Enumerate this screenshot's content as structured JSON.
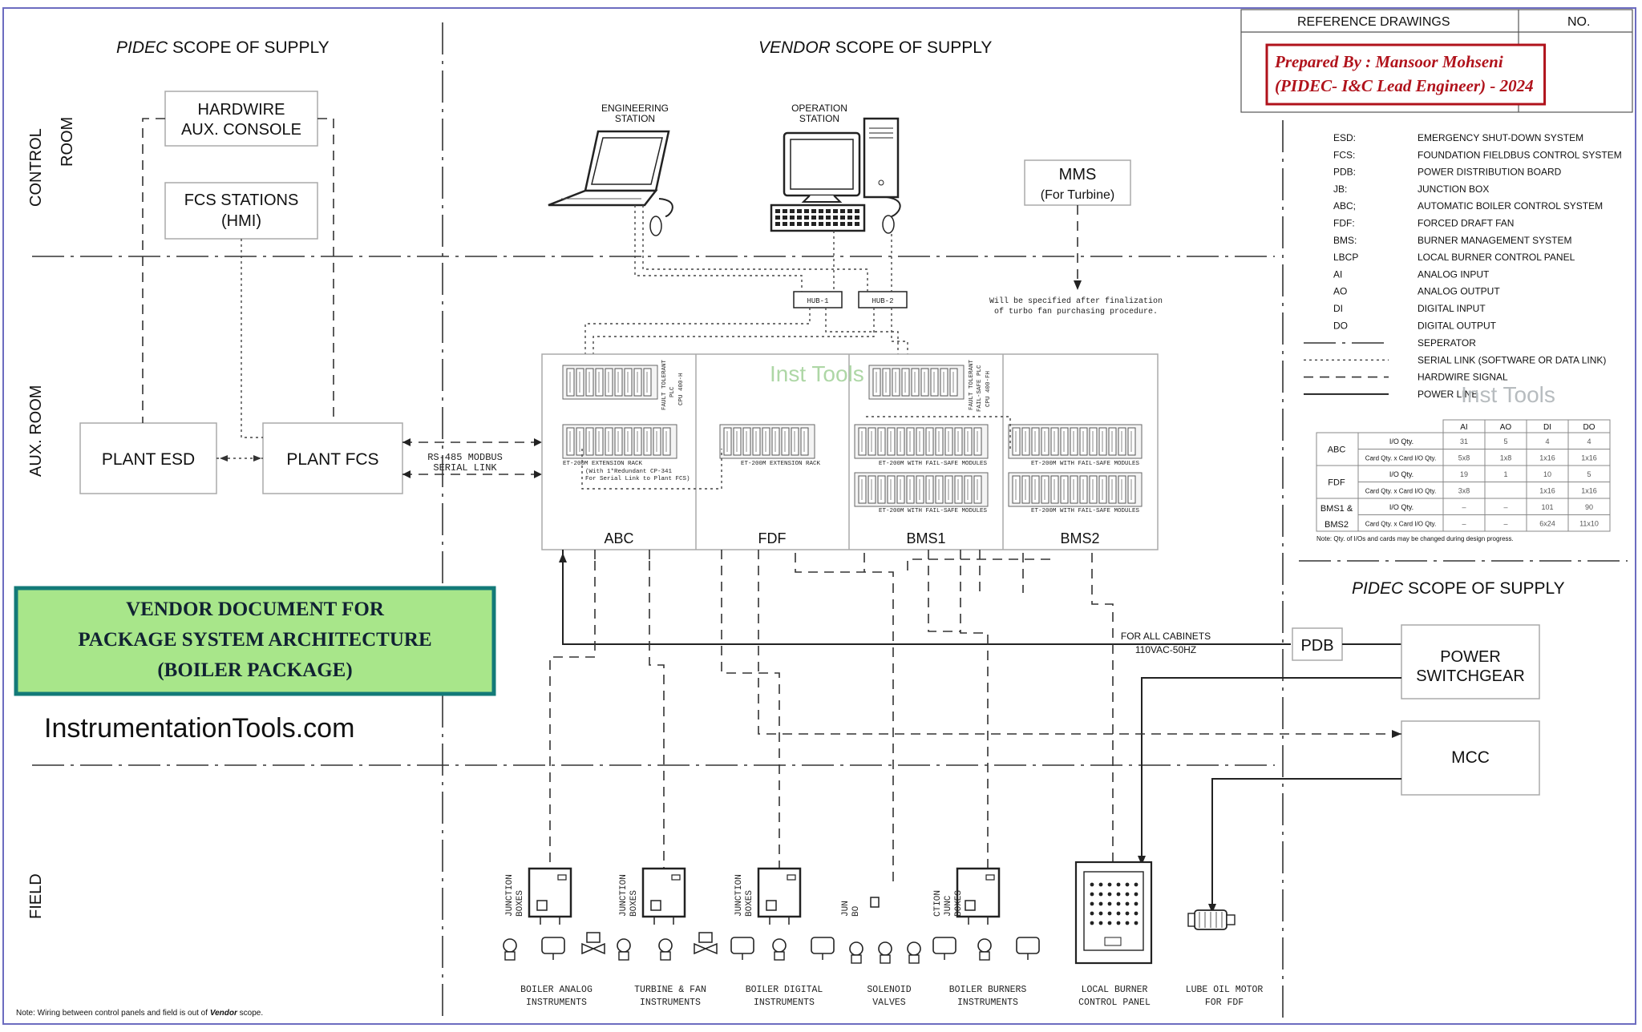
{
  "scopes": {
    "pidec_top_prefix": "PIDEC",
    "pidec_top_suffix": " SCOPE OF SUPPLY",
    "vendor_prefix": "VENDOR",
    "vendor_suffix": " SCOPE OF SUPPLY",
    "pidec_right_prefix": "PIDEC",
    "pidec_right_suffix": " SCOPE OF SUPPLY"
  },
  "zones": {
    "control_room_1": "CONTROL",
    "control_room_2": "ROOM",
    "aux_room": "AUX. ROOM",
    "field": "FIELD"
  },
  "reference": {
    "header_left": "REFERENCE DRAWINGS",
    "header_right": "NO."
  },
  "prepared": {
    "line1": "Prepared By : Mansoor Mohseni",
    "line2": "(PIDEC- I&C Lead Engineer) - 2024",
    "border_color": "#b0121b",
    "text_color": "#b0121b"
  },
  "left_boxes": {
    "hardwire_1": "HARDWIRE",
    "hardwire_2": "AUX. CONSOLE",
    "fcs_1": "FCS STATIONS",
    "fcs_2": "(HMI)",
    "plant_esd": "PLANT ESD",
    "plant_fcs": "PLANT FCS"
  },
  "stations": {
    "eng_1": "ENGINEERING",
    "eng_2": "STATION",
    "op_1": "OPERATION",
    "op_2": "STATION",
    "mms_1": "MMS",
    "mms_2": "(For Turbine)",
    "mms_note_1": "Will be specified after finalization",
    "mms_note_2": "of turbo fan purchasing procedure.",
    "hub1": "HUB-1",
    "hub2": "HUB-2"
  },
  "link": {
    "line1": "RS-485 MODBUS",
    "line2": "SERIAL LINK"
  },
  "cabinet": {
    "watermark": "Inst Tools",
    "cpu_abc": [
      "FAULT TOLERANT",
      "PLC",
      "CPU 400-H"
    ],
    "cpu_bms": [
      "FAULT TOLERANT",
      "FAIL-SAFE PLC",
      "CPU 400-FH"
    ],
    "abc_rack_1": "ET-200M EXTENSION RACK",
    "abc_rack_2": "(With 1*Redundant CP-341",
    "abc_rack_3": "For Serial Link to Plant FCS)",
    "fdf_rack": "ET-200M EXTENSION RACK",
    "failsafe_rack": "ET-200M WITH FAIL-SAFE MODULES",
    "labels": [
      "ABC",
      "FDF",
      "BMS1",
      "BMS2"
    ]
  },
  "power": {
    "cab_1": "FOR ALL CABINETS",
    "cab_2": "110VAC-50HZ",
    "pdb": "PDB",
    "sw_1": "POWER",
    "sw_2": "SWITCHGEAR",
    "mcc": "MCC"
  },
  "legend": [
    {
      "abbr": "ESD:",
      "desc": "EMERGENCY SHUT-DOWN SYSTEM"
    },
    {
      "abbr": "FCS:",
      "desc": "FOUNDATION FIELDBUS CONTROL SYSTEM"
    },
    {
      "abbr": "PDB:",
      "desc": "POWER DISTRIBUTION BOARD"
    },
    {
      "abbr": "JB:",
      "desc": "JUNCTION BOX"
    },
    {
      "abbr": "ABC;",
      "desc": "AUTOMATIC BOILER CONTROL SYSTEM"
    },
    {
      "abbr": "FDF:",
      "desc": "FORCED DRAFT FAN"
    },
    {
      "abbr": "BMS:",
      "desc": "BURNER MANAGEMENT SYSTEM"
    },
    {
      "abbr": "LBCP",
      "desc": "LOCAL BURNER CONTROL PANEL"
    },
    {
      "abbr": "AI",
      "desc": "ANALOG INPUT"
    },
    {
      "abbr": "AO",
      "desc": "ANALOG OUTPUT"
    },
    {
      "abbr": "DI",
      "desc": "DIGITAL INPUT"
    },
    {
      "abbr": "DO",
      "desc": "DIGITAL OUTPUT"
    }
  ],
  "line_legend": [
    {
      "style": "sep",
      "desc": "SEPERATOR"
    },
    {
      "style": "dot",
      "desc": "SERIAL LINK (SOFTWARE OR DATA LINK)"
    },
    {
      "style": "dash",
      "desc": "HARDWIRE SIGNAL"
    },
    {
      "style": "solid",
      "desc": "POWER LINE"
    }
  ],
  "legend_watermark": "Inst Tools",
  "io_table": {
    "headers": [
      "AI",
      "AO",
      "DI",
      "DO"
    ],
    "groups": [
      {
        "name": "ABC",
        "name2": "",
        "rows": [
          {
            "label": "I/O Qty.",
            "values": [
              "31",
              "5",
              "4",
              "4"
            ]
          },
          {
            "label": "Card Qty. x Card I/O Qty.",
            "values": [
              "5x8",
              "1x8",
              "1x16",
              "1x16"
            ]
          }
        ]
      },
      {
        "name": "FDF",
        "name2": "",
        "rows": [
          {
            "label": "I/O Qty.",
            "values": [
              "19",
              "1",
              "10",
              "5"
            ]
          },
          {
            "label": "Card Qty. x Card I/O Qty.",
            "values": [
              "3x8",
              "",
              "1x16",
              "1x16"
            ]
          }
        ]
      },
      {
        "name": "BMS1 &",
        "name2": "BMS2",
        "rows": [
          {
            "label": "I/O Qty.",
            "values": [
              "–",
              "–",
              "101",
              "90"
            ]
          },
          {
            "label": "Card Qty. x Card I/O Qty.",
            "values": [
              "–",
              "–",
              "6x24",
              "11x10"
            ]
          }
        ]
      }
    ],
    "note": "Note: Qty. of I/Os and cards may be changed during design progress."
  },
  "banner": {
    "line1": "VENDOR DOCUMENT FOR",
    "line2": "PACKAGE SYSTEM ARCHITECTURE",
    "line3": "(BOILER PACKAGE)",
    "bg_color": "#a8e68a",
    "border_color": "#137a78"
  },
  "site": "InstrumentationTools.com",
  "field": {
    "jb": [
      "JUNCTION",
      "BOXES"
    ],
    "jb_partial_1": [
      "JUN",
      "BO"
    ],
    "jb_partial_2": [
      "CTION",
      "JUNC",
      "BOXES"
    ],
    "groups": [
      {
        "l1": "BOILER ANALOG",
        "l2": "INSTRUMENTS"
      },
      {
        "l1": "TURBINE & FAN",
        "l2": "INSTRUMENTS"
      },
      {
        "l1": "BOILER DIGITAL",
        "l2": "INSTRUMENTS"
      },
      {
        "l1": "SOLENOID",
        "l2": "VALVES"
      },
      {
        "l1": "BOILER BURNERS",
        "l2": "INSTRUMENTS"
      },
      {
        "l1": "LOCAL BURNER",
        "l2": "CONTROL PANEL"
      },
      {
        "l1": "LUBE OIL MOTOR",
        "l2": "FOR FDF"
      }
    ]
  },
  "footer_note_prefix": "Note: Wiring between control panels and field is out of ",
  "footer_note_vendor": "Vendor",
  "footer_note_suffix": " scope."
}
